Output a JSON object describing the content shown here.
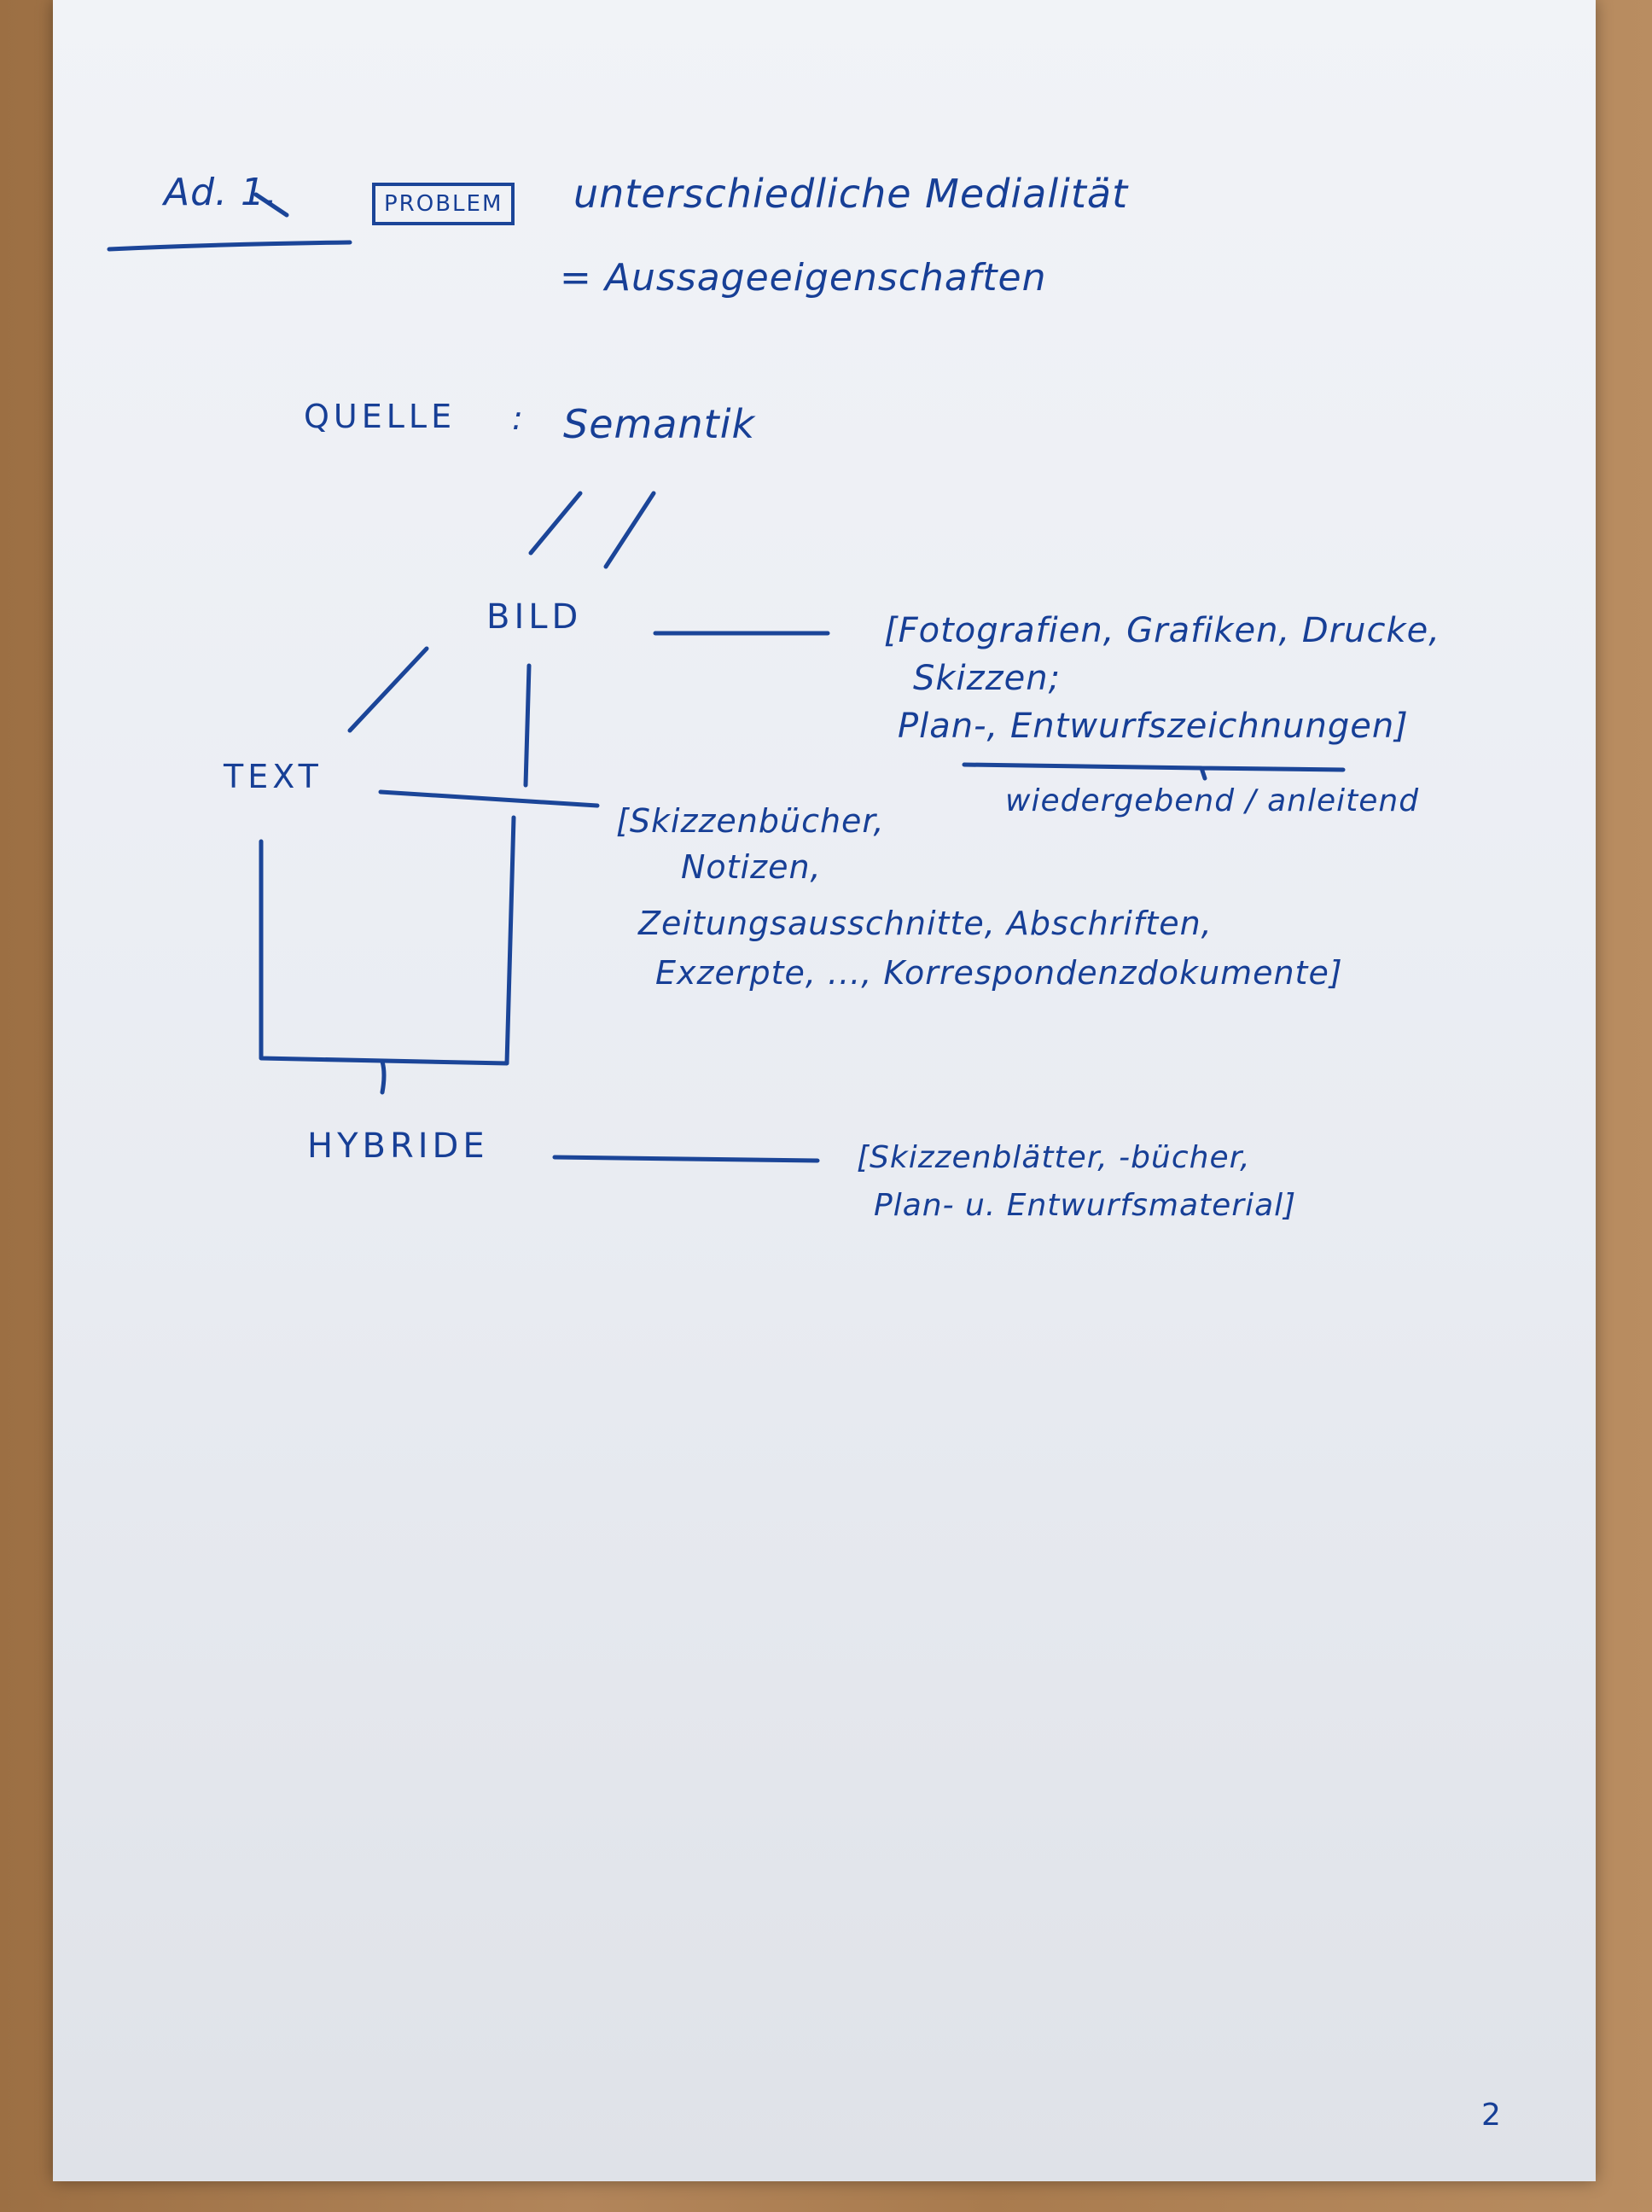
{
  "header": {
    "prefix": "Ad. 1.",
    "problem_box": "PROBLEM",
    "title_line1": "unterschiedliche Medialität",
    "title_line2": "= Aussageeigenschaften"
  },
  "source": {
    "label": "QUELLE",
    "colon": ":",
    "value": "Semantik"
  },
  "nodes": {
    "bild": "BILD",
    "text": "TEXT",
    "hybride": "HYBRIDE"
  },
  "bild_examples": {
    "line1": "[Fotografien, Grafiken, Drucke,",
    "line2": "Skizzen;",
    "line3": "Plan-, Entwurfszeichnungen]",
    "brace_note": "wiedergebend / anleitend"
  },
  "text_examples": {
    "line1": "[Skizzenbücher,",
    "line2": "Notizen,",
    "line3": "Zeitungsausschnitte, Abschriften,",
    "line4": "Exzerpte, ..., Korrespondenzdokumente]"
  },
  "hybride_examples": {
    "line1": "[Skizzenblätter, -bücher,",
    "line2": "Plan- u. Entwurfsmaterial]"
  },
  "page_number": "2"
}
